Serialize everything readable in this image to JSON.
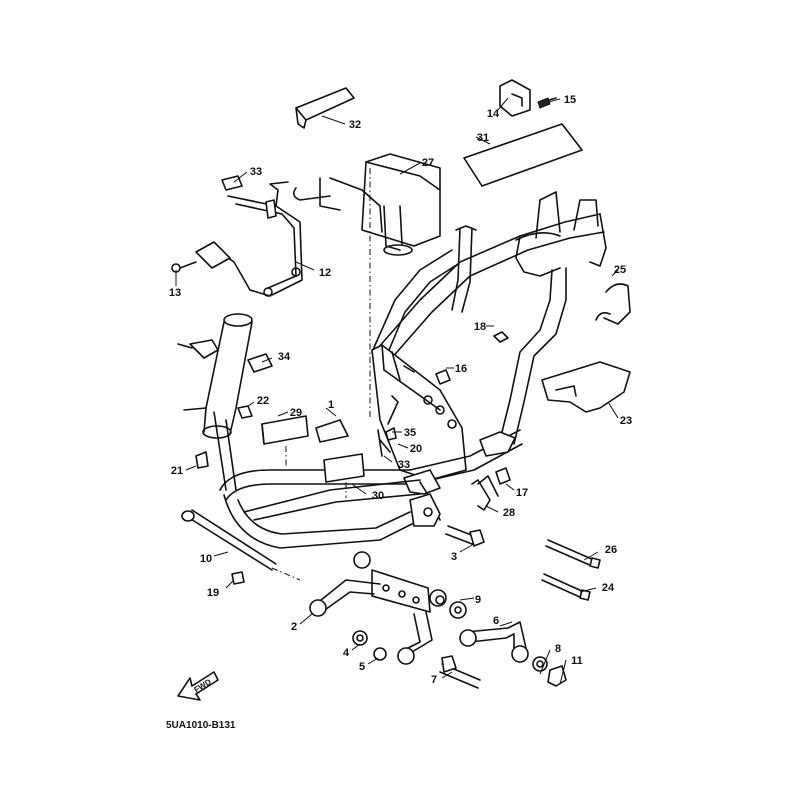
{
  "diagram": {
    "drawing_code": "5UA1010-B131",
    "fwd_label": "FWD",
    "callouts": [
      {
        "id": "1",
        "label": "1"
      },
      {
        "id": "2",
        "label": "2"
      },
      {
        "id": "3",
        "label": "3"
      },
      {
        "id": "4",
        "label": "4"
      },
      {
        "id": "5",
        "label": "5"
      },
      {
        "id": "6",
        "label": "6"
      },
      {
        "id": "7",
        "label": "7"
      },
      {
        "id": "8",
        "label": "8"
      },
      {
        "id": "9",
        "label": "9"
      },
      {
        "id": "10",
        "label": "10"
      },
      {
        "id": "11",
        "label": "11"
      },
      {
        "id": "12",
        "label": "12"
      },
      {
        "id": "13",
        "label": "13"
      },
      {
        "id": "14",
        "label": "14"
      },
      {
        "id": "15",
        "label": "15"
      },
      {
        "id": "16",
        "label": "16"
      },
      {
        "id": "17",
        "label": "17"
      },
      {
        "id": "18",
        "label": "18"
      },
      {
        "id": "19",
        "label": "19"
      },
      {
        "id": "20",
        "label": "20"
      },
      {
        "id": "21",
        "label": "21"
      },
      {
        "id": "22",
        "label": "22"
      },
      {
        "id": "23",
        "label": "23"
      },
      {
        "id": "24",
        "label": "24"
      },
      {
        "id": "25",
        "label": "25"
      },
      {
        "id": "26",
        "label": "26"
      },
      {
        "id": "27",
        "label": "27"
      },
      {
        "id": "28",
        "label": "28"
      },
      {
        "id": "29",
        "label": "29"
      },
      {
        "id": "30",
        "label": "30"
      },
      {
        "id": "31",
        "label": "31"
      },
      {
        "id": "32",
        "label": "32"
      },
      {
        "id": "33a",
        "label": "33"
      },
      {
        "id": "33b",
        "label": "33"
      },
      {
        "id": "34",
        "label": "34"
      },
      {
        "id": "35",
        "label": "35"
      }
    ]
  }
}
